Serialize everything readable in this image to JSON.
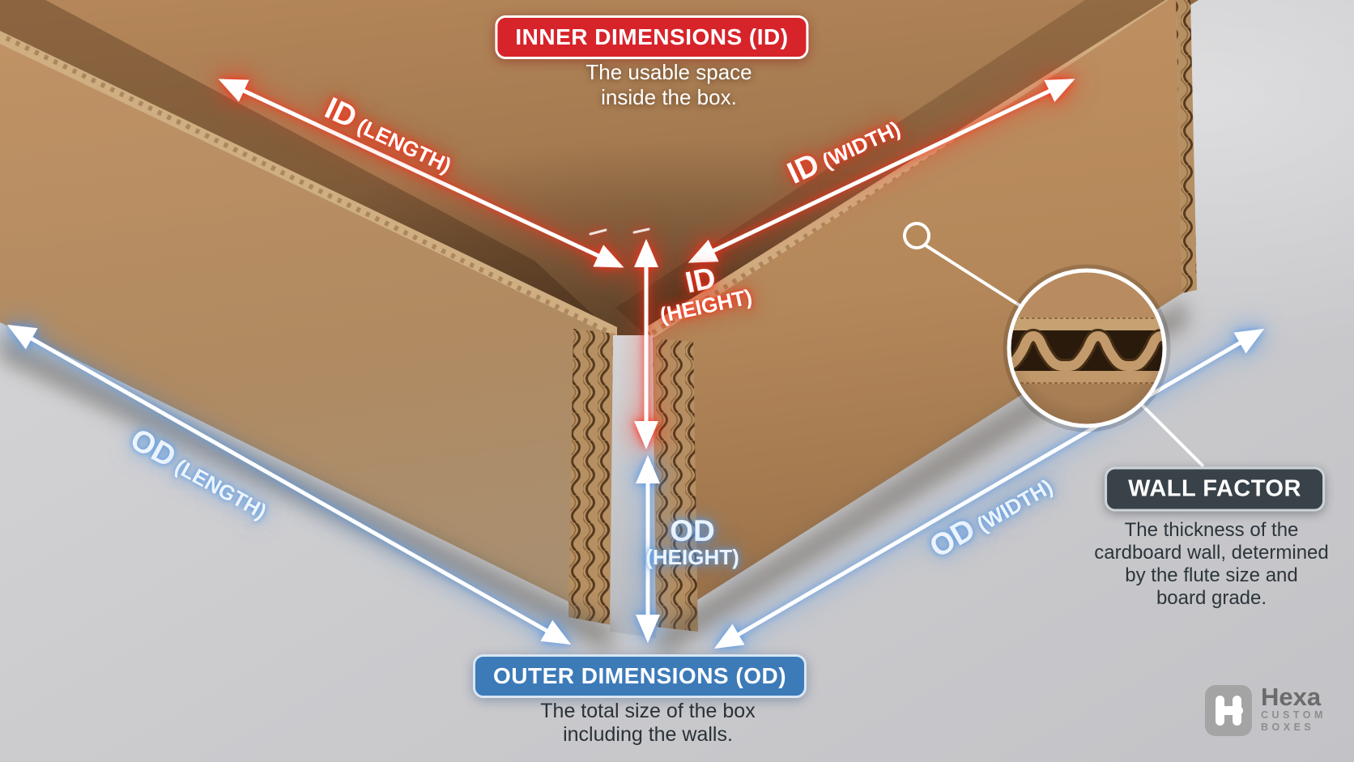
{
  "colors": {
    "id_accent": "#d7232a",
    "od_accent": "#3c7ab8",
    "wall_badge": "#394249",
    "arrow_line": "#ffffff",
    "cardboard": "#b4885a",
    "background_grey": "#cdcdd0"
  },
  "inner_dimensions": {
    "badge": "INNER DIMENSIONS (ID)",
    "description": [
      "The usable space",
      "inside the box."
    ]
  },
  "outer_dimensions": {
    "badge": "OUTER DIMENSIONS (OD)",
    "description": [
      "The total size of the box",
      "including the walls."
    ]
  },
  "wall_factor": {
    "badge": "WALL FACTOR",
    "description": [
      "The thickness of the",
      "cardboard wall, determined",
      "by the flute size and",
      "board grade."
    ]
  },
  "labels": {
    "id_length": {
      "abbr": "ID",
      "dim": "(LENGTH)"
    },
    "id_width": {
      "abbr": "ID",
      "dim": "(WIDTH)"
    },
    "id_height": {
      "abbr": "ID",
      "dim": "(HEIGHT)"
    },
    "od_length": {
      "abbr": "OD",
      "dim": "(LENGTH)"
    },
    "od_width": {
      "abbr": "OD",
      "dim": "(WIDTH)"
    },
    "od_height": {
      "abbr": "OD",
      "dim": "(HEIGHT)"
    }
  },
  "logo": {
    "name": "Hexa",
    "tagline": [
      "CUSTOM",
      "BOXES"
    ]
  }
}
